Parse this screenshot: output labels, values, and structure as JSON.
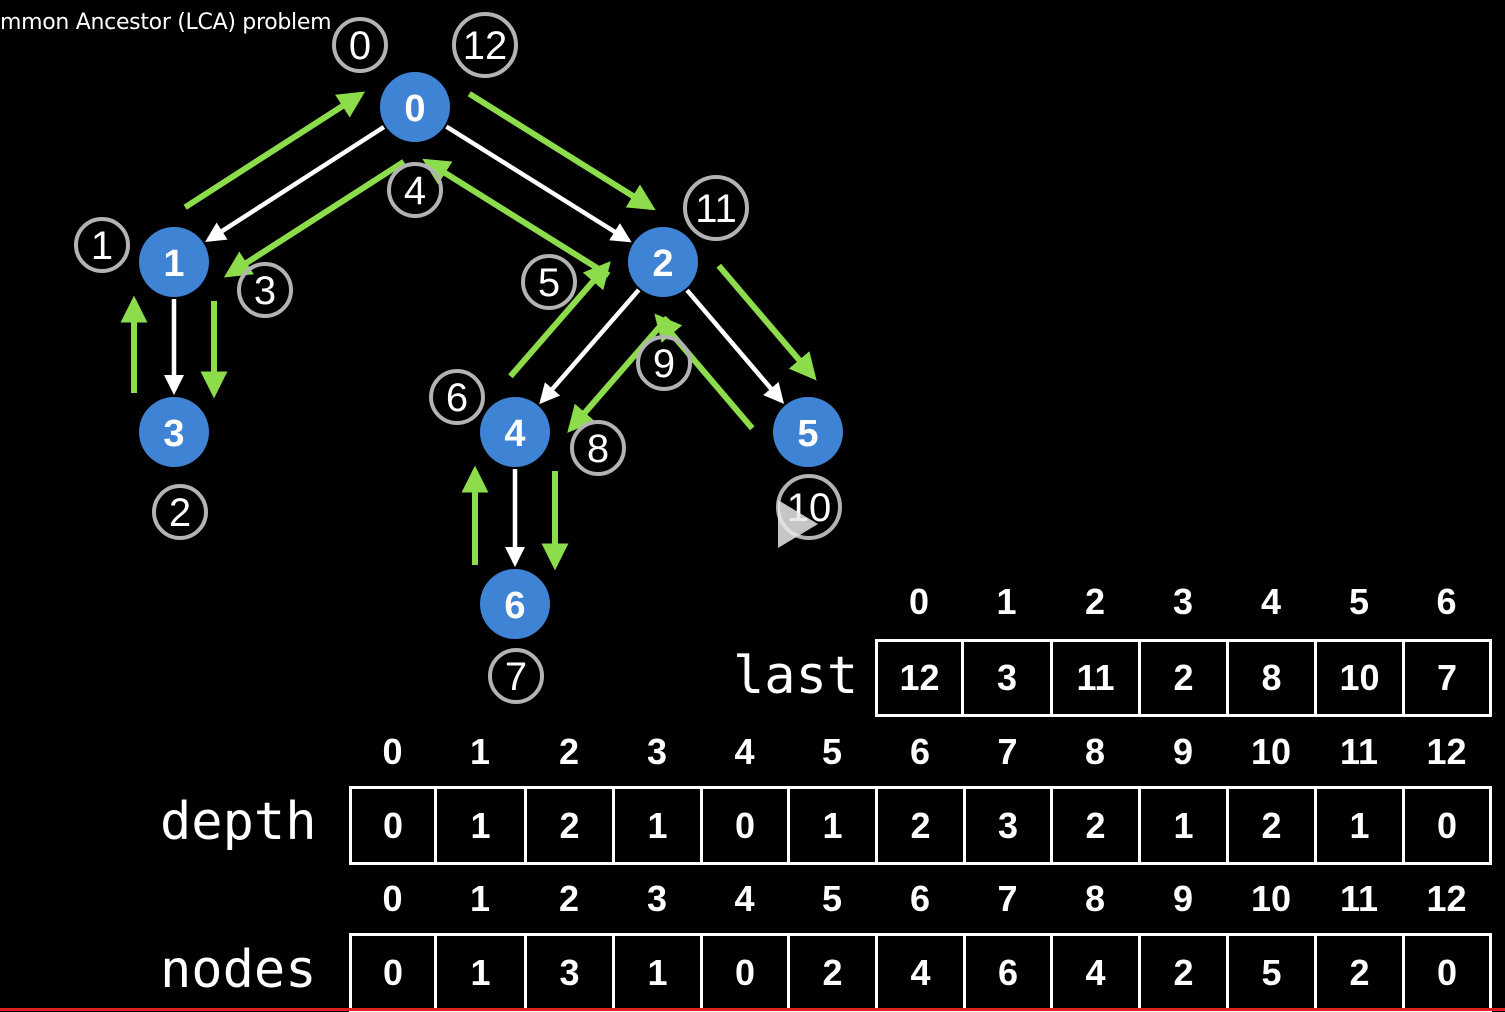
{
  "video": {
    "title": "mmon Ancestor (LCA) problem"
  },
  "colors": {
    "node_fill": "#3f83d5",
    "forward_edge": "#ffffff",
    "euler_arrow": "#8ddc4c",
    "circle_outline": "#b3b3b3"
  },
  "tree": {
    "nodes": [
      {
        "id": "0",
        "label": "0"
      },
      {
        "id": "1",
        "label": "1"
      },
      {
        "id": "2",
        "label": "2"
      },
      {
        "id": "3",
        "label": "3"
      },
      {
        "id": "4",
        "label": "4"
      },
      {
        "id": "5",
        "label": "5"
      },
      {
        "id": "6",
        "label": "6"
      }
    ],
    "edges": [
      [
        "0",
        "1"
      ],
      [
        "0",
        "2"
      ],
      [
        "1",
        "3"
      ],
      [
        "2",
        "4"
      ],
      [
        "2",
        "5"
      ],
      [
        "4",
        "6"
      ]
    ],
    "tour_labels": [
      "0",
      "1",
      "2",
      "3",
      "4",
      "5",
      "6",
      "7",
      "8",
      "9",
      "10",
      "11",
      "12"
    ]
  },
  "tables": {
    "last": {
      "label": "last",
      "indices": [
        "0",
        "1",
        "2",
        "3",
        "4",
        "5",
        "6"
      ],
      "values": [
        "12",
        "3",
        "11",
        "2",
        "8",
        "10",
        "7"
      ]
    },
    "depth": {
      "label": "depth",
      "indices": [
        "0",
        "1",
        "2",
        "3",
        "4",
        "5",
        "6",
        "7",
        "8",
        "9",
        "10",
        "11",
        "12"
      ],
      "values": [
        "0",
        "1",
        "2",
        "1",
        "0",
        "1",
        "2",
        "3",
        "2",
        "1",
        "2",
        "1",
        "0"
      ]
    },
    "nodes": {
      "label": "nodes",
      "indices": [
        "0",
        "1",
        "2",
        "3",
        "4",
        "5",
        "6",
        "7",
        "8",
        "9",
        "10",
        "11",
        "12"
      ],
      "values": [
        "0",
        "1",
        "3",
        "1",
        "0",
        "2",
        "4",
        "6",
        "4",
        "2",
        "5",
        "2",
        "0"
      ]
    }
  },
  "controls": {
    "play_icon": "play-icon"
  }
}
